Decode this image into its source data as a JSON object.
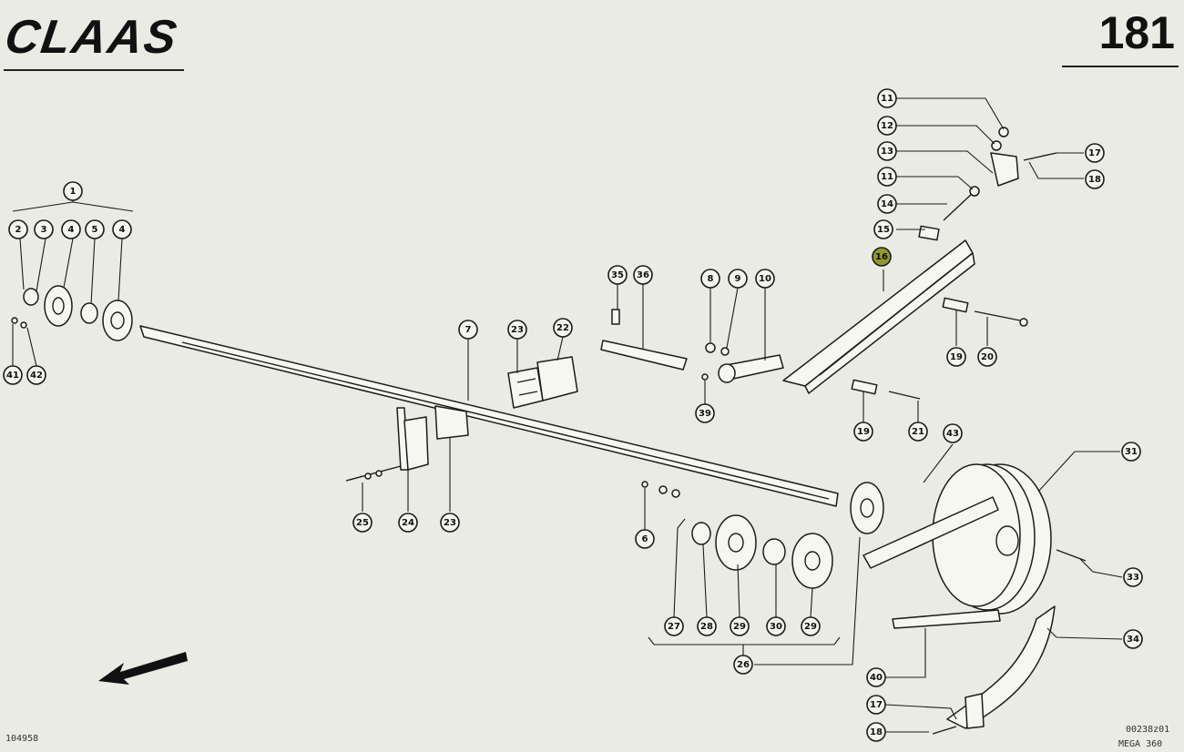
{
  "header": {
    "brand": "CLAAS",
    "page_number": "181"
  },
  "footer": {
    "drawing_code_left": "104958",
    "drawing_code_right": "00238z01",
    "model_code": "MEGA 360"
  },
  "callouts": [
    {
      "id": "c1",
      "label": "1"
    },
    {
      "id": "c2",
      "label": "2"
    },
    {
      "id": "c3",
      "label": "3"
    },
    {
      "id": "c4a",
      "label": "4"
    },
    {
      "id": "c5",
      "label": "5"
    },
    {
      "id": "c4b",
      "label": "4"
    },
    {
      "id": "c41",
      "label": "41"
    },
    {
      "id": "c42",
      "label": "42"
    },
    {
      "id": "c7",
      "label": "7"
    },
    {
      "id": "c23a",
      "label": "23"
    },
    {
      "id": "c22",
      "label": "22"
    },
    {
      "id": "c35",
      "label": "35"
    },
    {
      "id": "c36",
      "label": "36"
    },
    {
      "id": "c8",
      "label": "8"
    },
    {
      "id": "c9",
      "label": "9"
    },
    {
      "id": "c10",
      "label": "10"
    },
    {
      "id": "c39",
      "label": "39"
    },
    {
      "id": "c11a",
      "label": "11"
    },
    {
      "id": "c12",
      "label": "12"
    },
    {
      "id": "c13",
      "label": "13"
    },
    {
      "id": "c11b",
      "label": "11"
    },
    {
      "id": "c14",
      "label": "14"
    },
    {
      "id": "c15",
      "label": "15"
    },
    {
      "id": "c16",
      "label": "16"
    },
    {
      "id": "c17a",
      "label": "17"
    },
    {
      "id": "c18a",
      "label": "18"
    },
    {
      "id": "c19a",
      "label": "19"
    },
    {
      "id": "c20",
      "label": "20"
    },
    {
      "id": "c19b",
      "label": "19"
    },
    {
      "id": "c21",
      "label": "21"
    },
    {
      "id": "c43",
      "label": "43"
    },
    {
      "id": "c25",
      "label": "25"
    },
    {
      "id": "c24",
      "label": "24"
    },
    {
      "id": "c23b",
      "label": "23"
    },
    {
      "id": "c6",
      "label": "6"
    },
    {
      "id": "c27",
      "label": "27"
    },
    {
      "id": "c28",
      "label": "28"
    },
    {
      "id": "c29a",
      "label": "29"
    },
    {
      "id": "c30",
      "label": "30"
    },
    {
      "id": "c29b",
      "label": "29"
    },
    {
      "id": "c26",
      "label": "26"
    },
    {
      "id": "c31",
      "label": "31"
    },
    {
      "id": "c33",
      "label": "33"
    },
    {
      "id": "c34",
      "label": "34"
    },
    {
      "id": "c40",
      "label": "40"
    },
    {
      "id": "c17b",
      "label": "17"
    },
    {
      "id": "c18b",
      "label": "18"
    }
  ],
  "highlighted_callout": "c16"
}
